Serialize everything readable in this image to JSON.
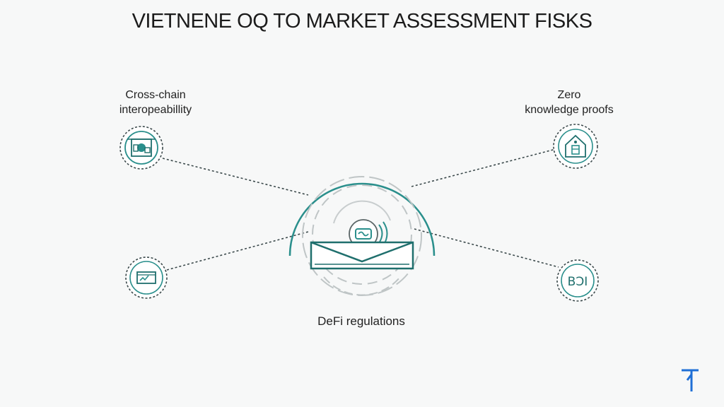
{
  "title": "VIETNENE OQ TO MARKET ASSESSMENT FISKS",
  "nodes": {
    "cross_chain": {
      "line1": "Cross-chain",
      "line2": "interopeabillity",
      "icon": "chain-bridge-icon"
    },
    "zero_knowledge": {
      "line1": "Zero",
      "line2": "knowledge proofs",
      "icon": "house-shield-icon"
    },
    "bottom_left": {
      "icon": "card-chart-icon"
    },
    "bottom_right": {
      "icon": "letters-icon",
      "icon_text": "BƆI"
    },
    "center": {
      "label": "DeFi regulations",
      "icon": "wallet-scanner-icon"
    }
  },
  "colors": {
    "accent": "#2a8f8c",
    "accent_dark": "#1f6f6d",
    "dashed": "#3c4a4c",
    "ring": "#bfc5c6",
    "brand": "#1f6fd6"
  }
}
